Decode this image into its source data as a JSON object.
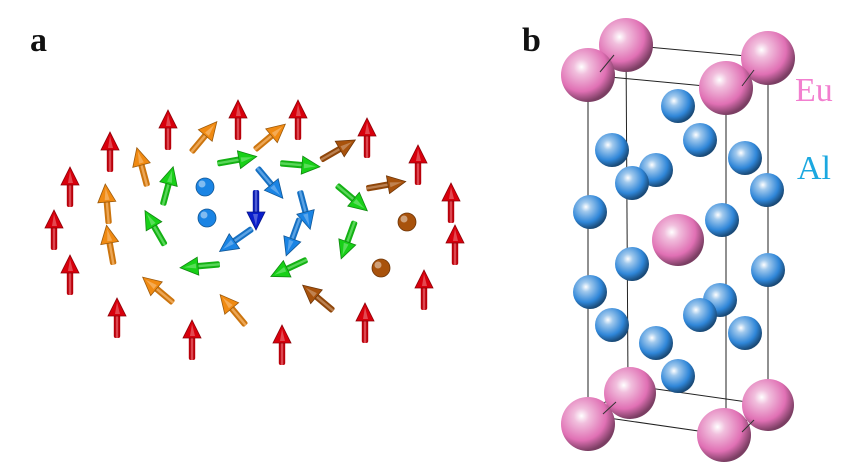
{
  "panels": {
    "a": {
      "label": "a"
    },
    "b": {
      "label": "b"
    }
  },
  "legend": {
    "eu": {
      "text": "Eu",
      "color": "#f27fcf"
    },
    "al": {
      "text": "Al",
      "color": "#1ba8e0"
    }
  },
  "colors": {
    "red": "#d8000c",
    "orange": "#f08a12",
    "green": "#18d018",
    "lightblue": "#1a84e4",
    "darkblue": "#0a1ecc",
    "brown": "#a8520c",
    "eu_atom": "#e070b4",
    "al_atom": "#2f86d8"
  }
}
